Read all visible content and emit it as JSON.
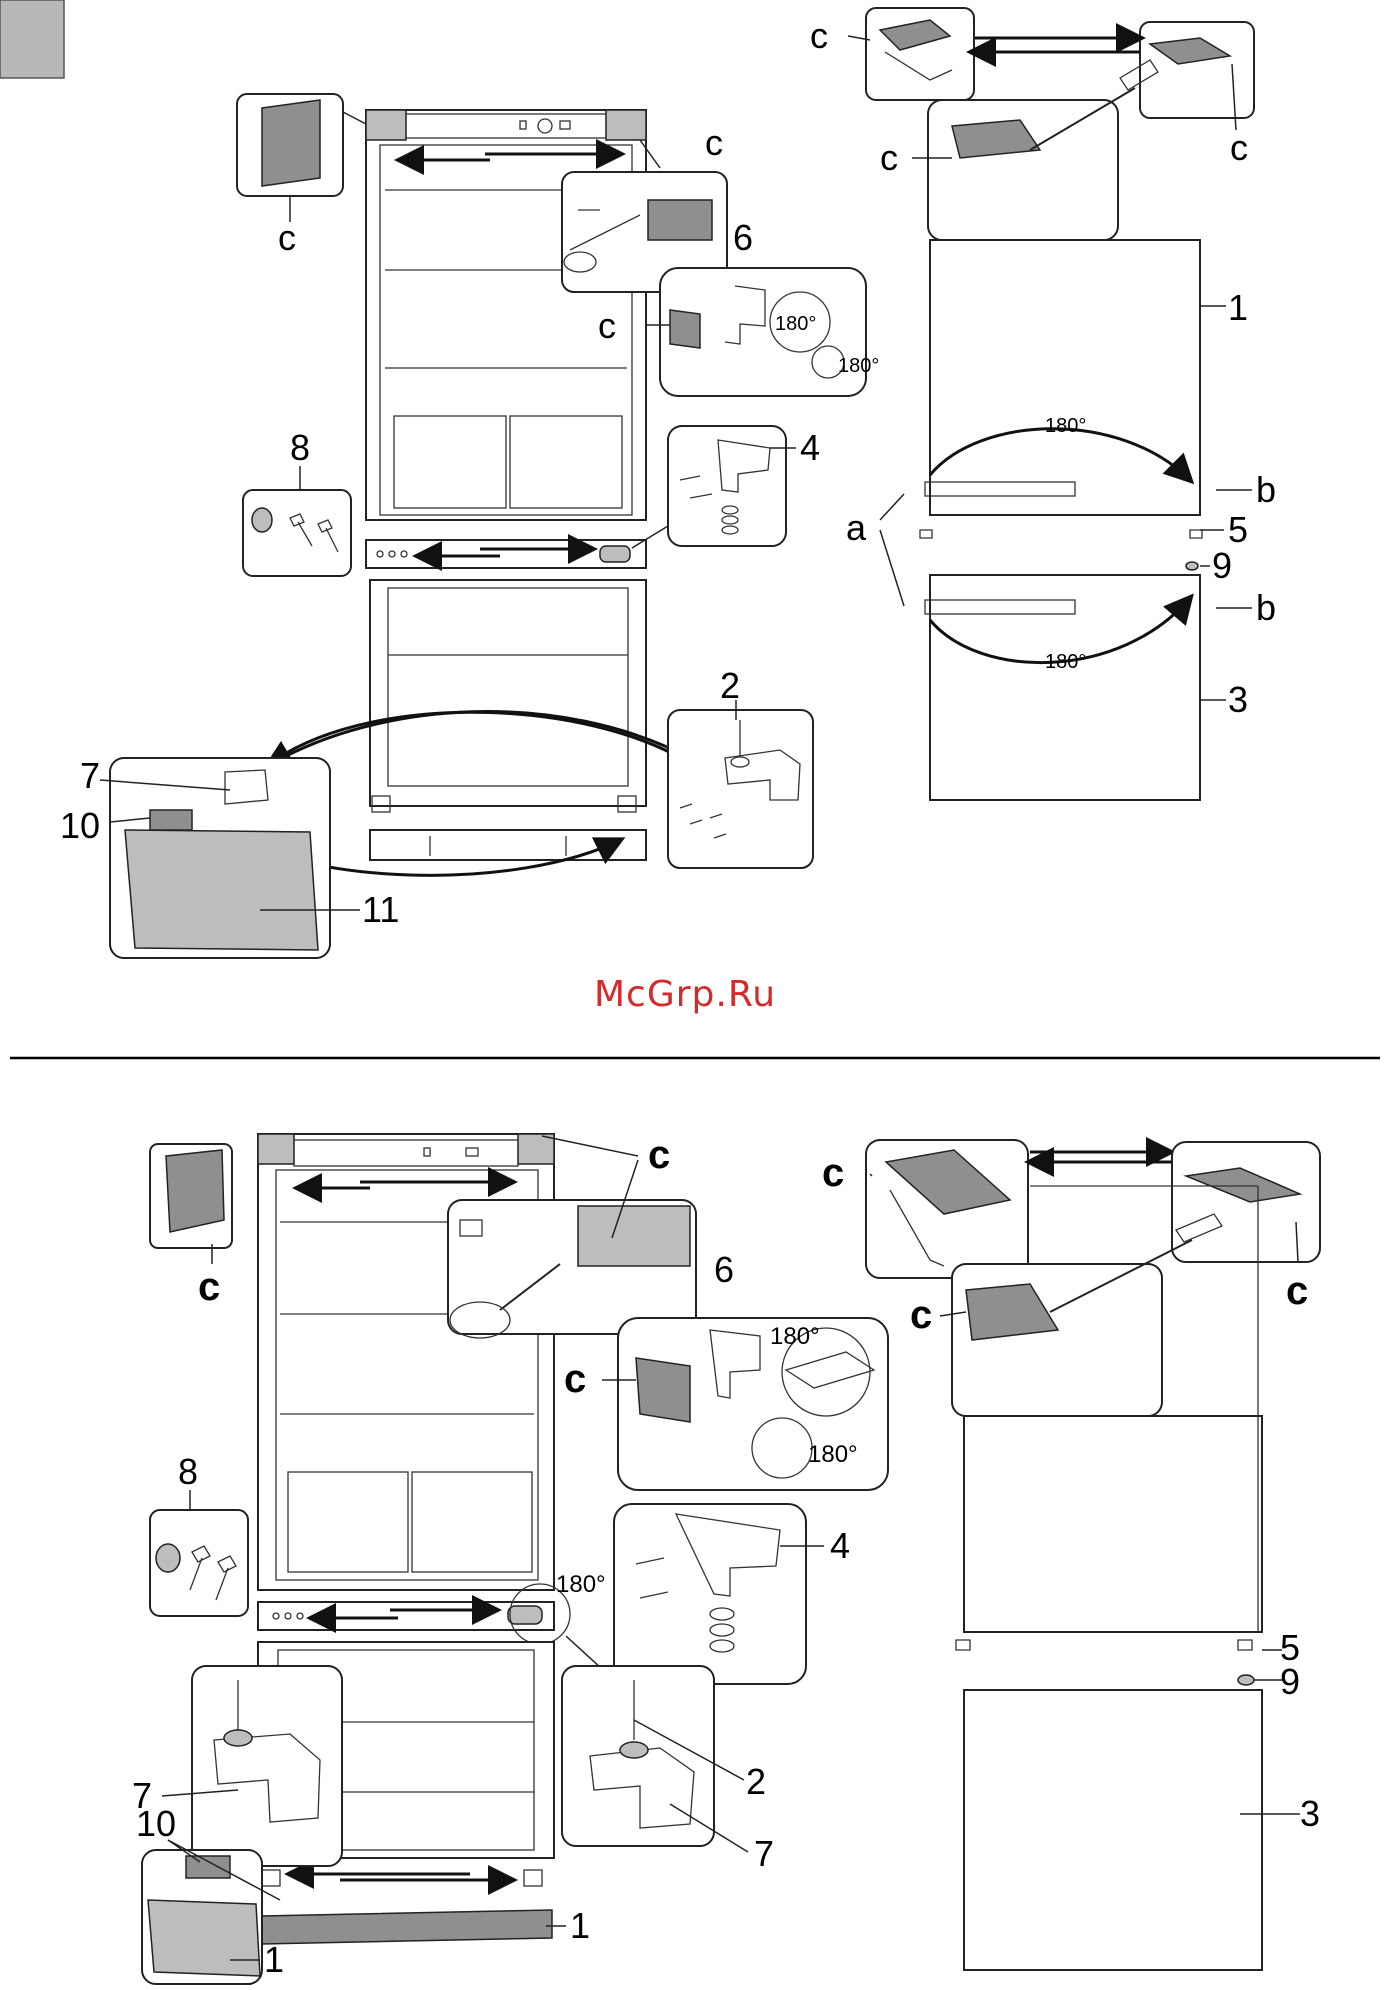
{
  "watermark": "McGrp.Ru",
  "top_diagram": {
    "labels": {
      "c_left_inset": "c",
      "c_top_right_hinge": "c",
      "c_hinge_cover": "c",
      "c_topright_1": "c",
      "c_topright_2": "c",
      "c_topright_3": "c",
      "n6": "6",
      "n1": "1",
      "n8": "8",
      "n4": "4",
      "a": "a",
      "b1": "b",
      "b2": "b",
      "n5": "5",
      "n9": "9",
      "n3": "3",
      "n2": "2",
      "n7": "7",
      "n10": "10",
      "n11": "11"
    },
    "degrees": {
      "d1": "180°",
      "d2": "180°",
      "d3": "180°",
      "d4": "180°"
    }
  },
  "bottom_diagram": {
    "labels": {
      "c_left": "c",
      "c_top": "c",
      "c_hinge": "c",
      "c_r1": "c",
      "c_r2": "c",
      "c_r3": "c",
      "n6": "6",
      "n8": "8",
      "n4": "4",
      "n5": "5",
      "n9": "9",
      "n3": "3",
      "n7a": "7",
      "n2": "2",
      "n7b": "7",
      "n10": "10",
      "n1a": "1",
      "n1b": "1"
    },
    "degrees": {
      "d1": "180°",
      "d2": "180°",
      "d3": "180°"
    }
  }
}
